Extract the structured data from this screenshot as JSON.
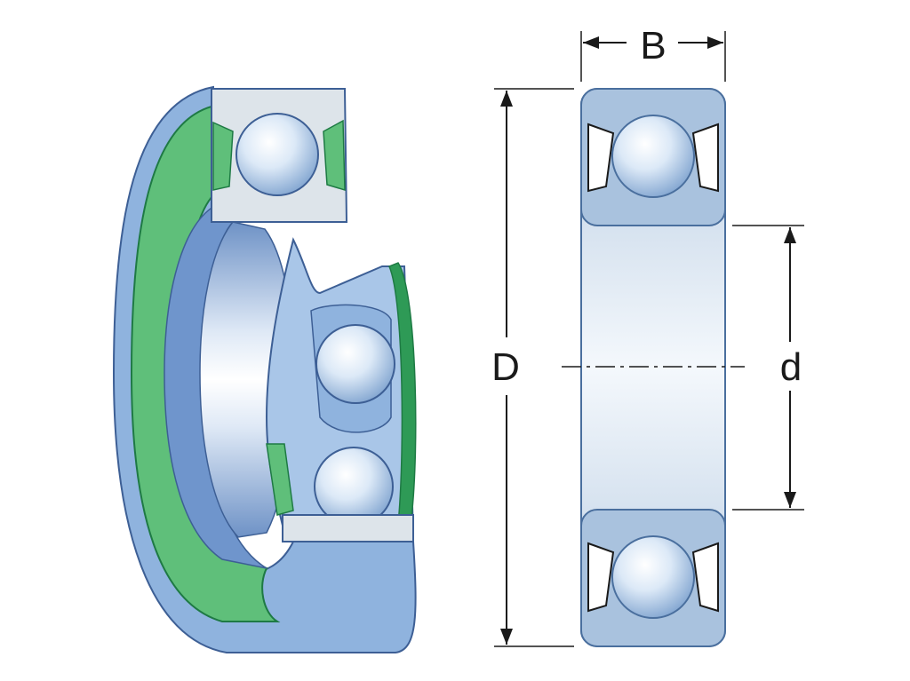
{
  "figure": {
    "dimension_labels": {
      "width": "B",
      "outer_diameter": "D",
      "bore_diameter": "d"
    },
    "colors": {
      "ring_blue": "#8fb3de",
      "ring_blue_dark": "#4a6fa8",
      "seal_green": "#5fbf7a",
      "seal_green_dark": "#1e7a44",
      "ball_light": "#e8f1fb",
      "section_grey": "#dde4ea",
      "line": "#222222"
    },
    "icons": [
      "cutaway-bearing-illustration",
      "bearing-section-drawing"
    ]
  }
}
